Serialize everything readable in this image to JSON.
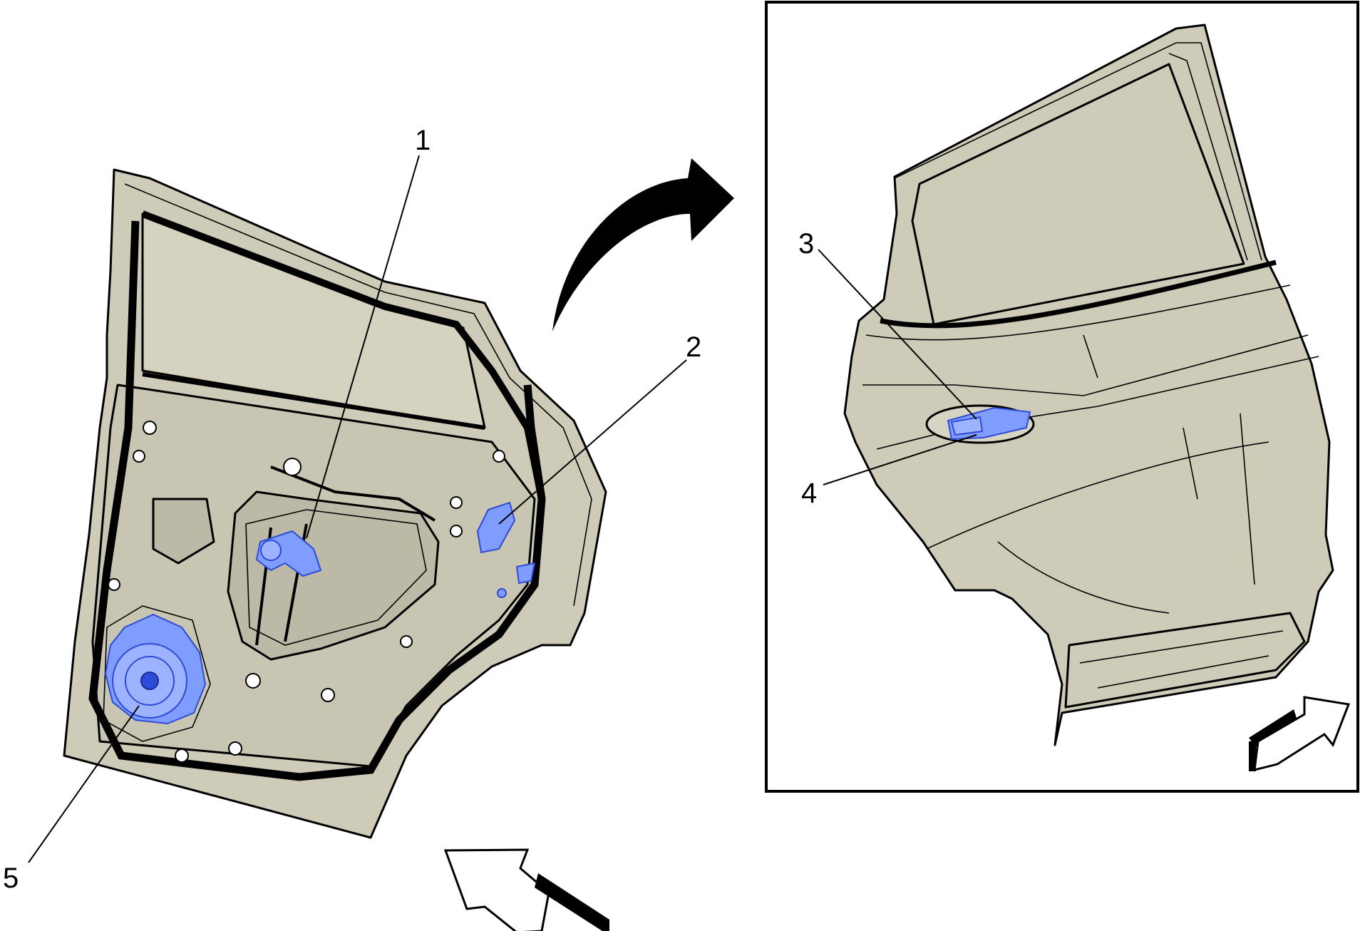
{
  "diagram": {
    "callouts": [
      {
        "id": "1",
        "label": "1"
      },
      {
        "id": "2",
        "label": "2"
      },
      {
        "id": "3",
        "label": "3"
      },
      {
        "id": "4",
        "label": "4"
      },
      {
        "id": "5",
        "label": "5"
      }
    ],
    "colors": {
      "panel": "#cfcbb9",
      "panel_light": "#d8d4c3",
      "highlight": "#7f9cff",
      "outline": "#000000",
      "background": "#ffffff"
    },
    "icons": {
      "transition_arrow": "curved-arrow-icon",
      "view_direction_left": "view-direction-arrow-icon",
      "view_direction_right": "view-direction-arrow-icon"
    }
  }
}
